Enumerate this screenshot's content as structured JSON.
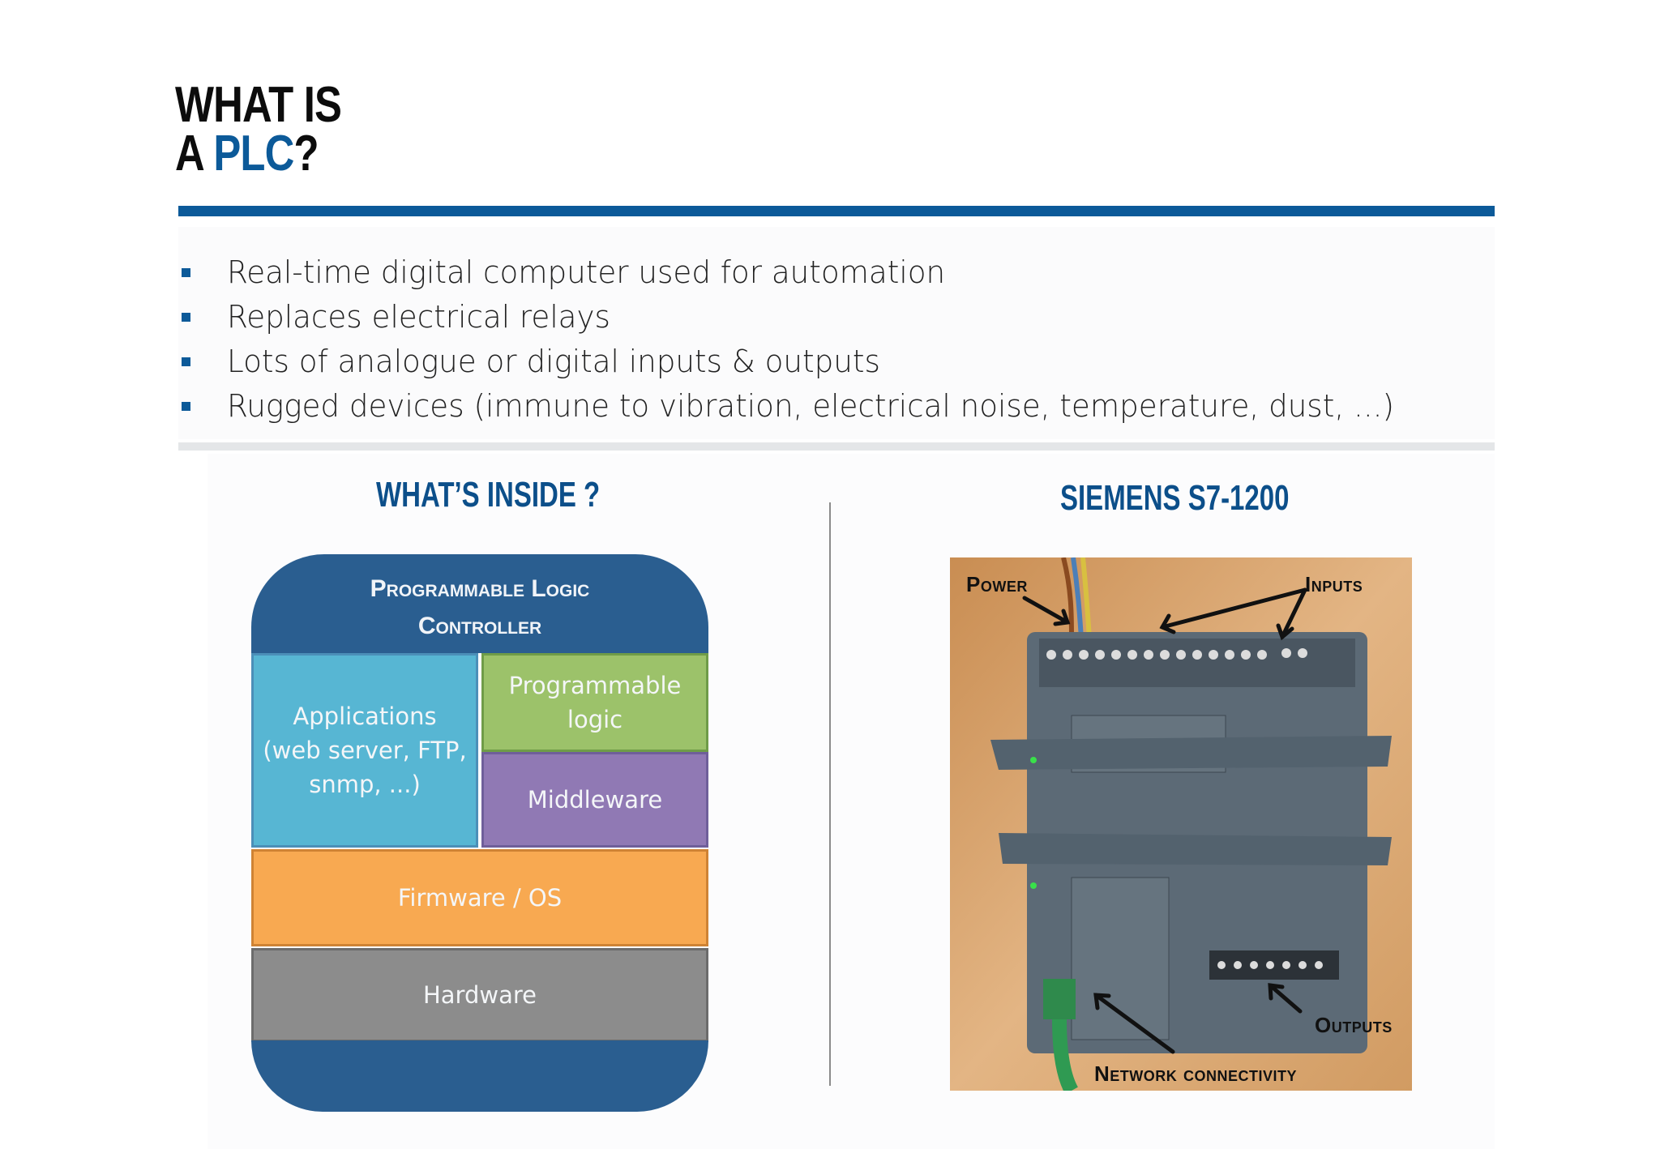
{
  "title": {
    "line1": "WHAT IS",
    "line2_prefix": "A ",
    "line2_accent": "PLC",
    "line2_suffix": "?"
  },
  "bullets": [
    "Real-time digital computer used for automation",
    "Replaces electrical relays",
    "Lots of analogue or digital inputs & outputs",
    "Rugged devices (immune to vibration, electrical noise, temperature, dust, ...)"
  ],
  "left_section": {
    "title": "WHAT’S INSIDE ?",
    "diagram": {
      "header_line1": "Programmable Logic",
      "header_line2": "Controller",
      "applications": [
        "Applications",
        "(web server, FTP,",
        "snmp, ...)"
      ],
      "programmable": [
        "Programmable",
        "logic"
      ],
      "middleware": "Middleware",
      "firmware": "Firmware / OS",
      "hardware": "Hardware"
    }
  },
  "right_section": {
    "title": "SIEMENS S7-1200",
    "photo_labels": {
      "power": "Power",
      "inputs": "Inputs",
      "outputs": "Outputs",
      "network": "Network connectivity"
    }
  },
  "colors": {
    "accent": "#0c5a99",
    "applications": "#57b6d3",
    "programmable": "#9cc26a",
    "middleware": "#9079b4",
    "firmware": "#f8a951",
    "hardware": "#8c8c8c",
    "controller": "#2a5e90"
  }
}
